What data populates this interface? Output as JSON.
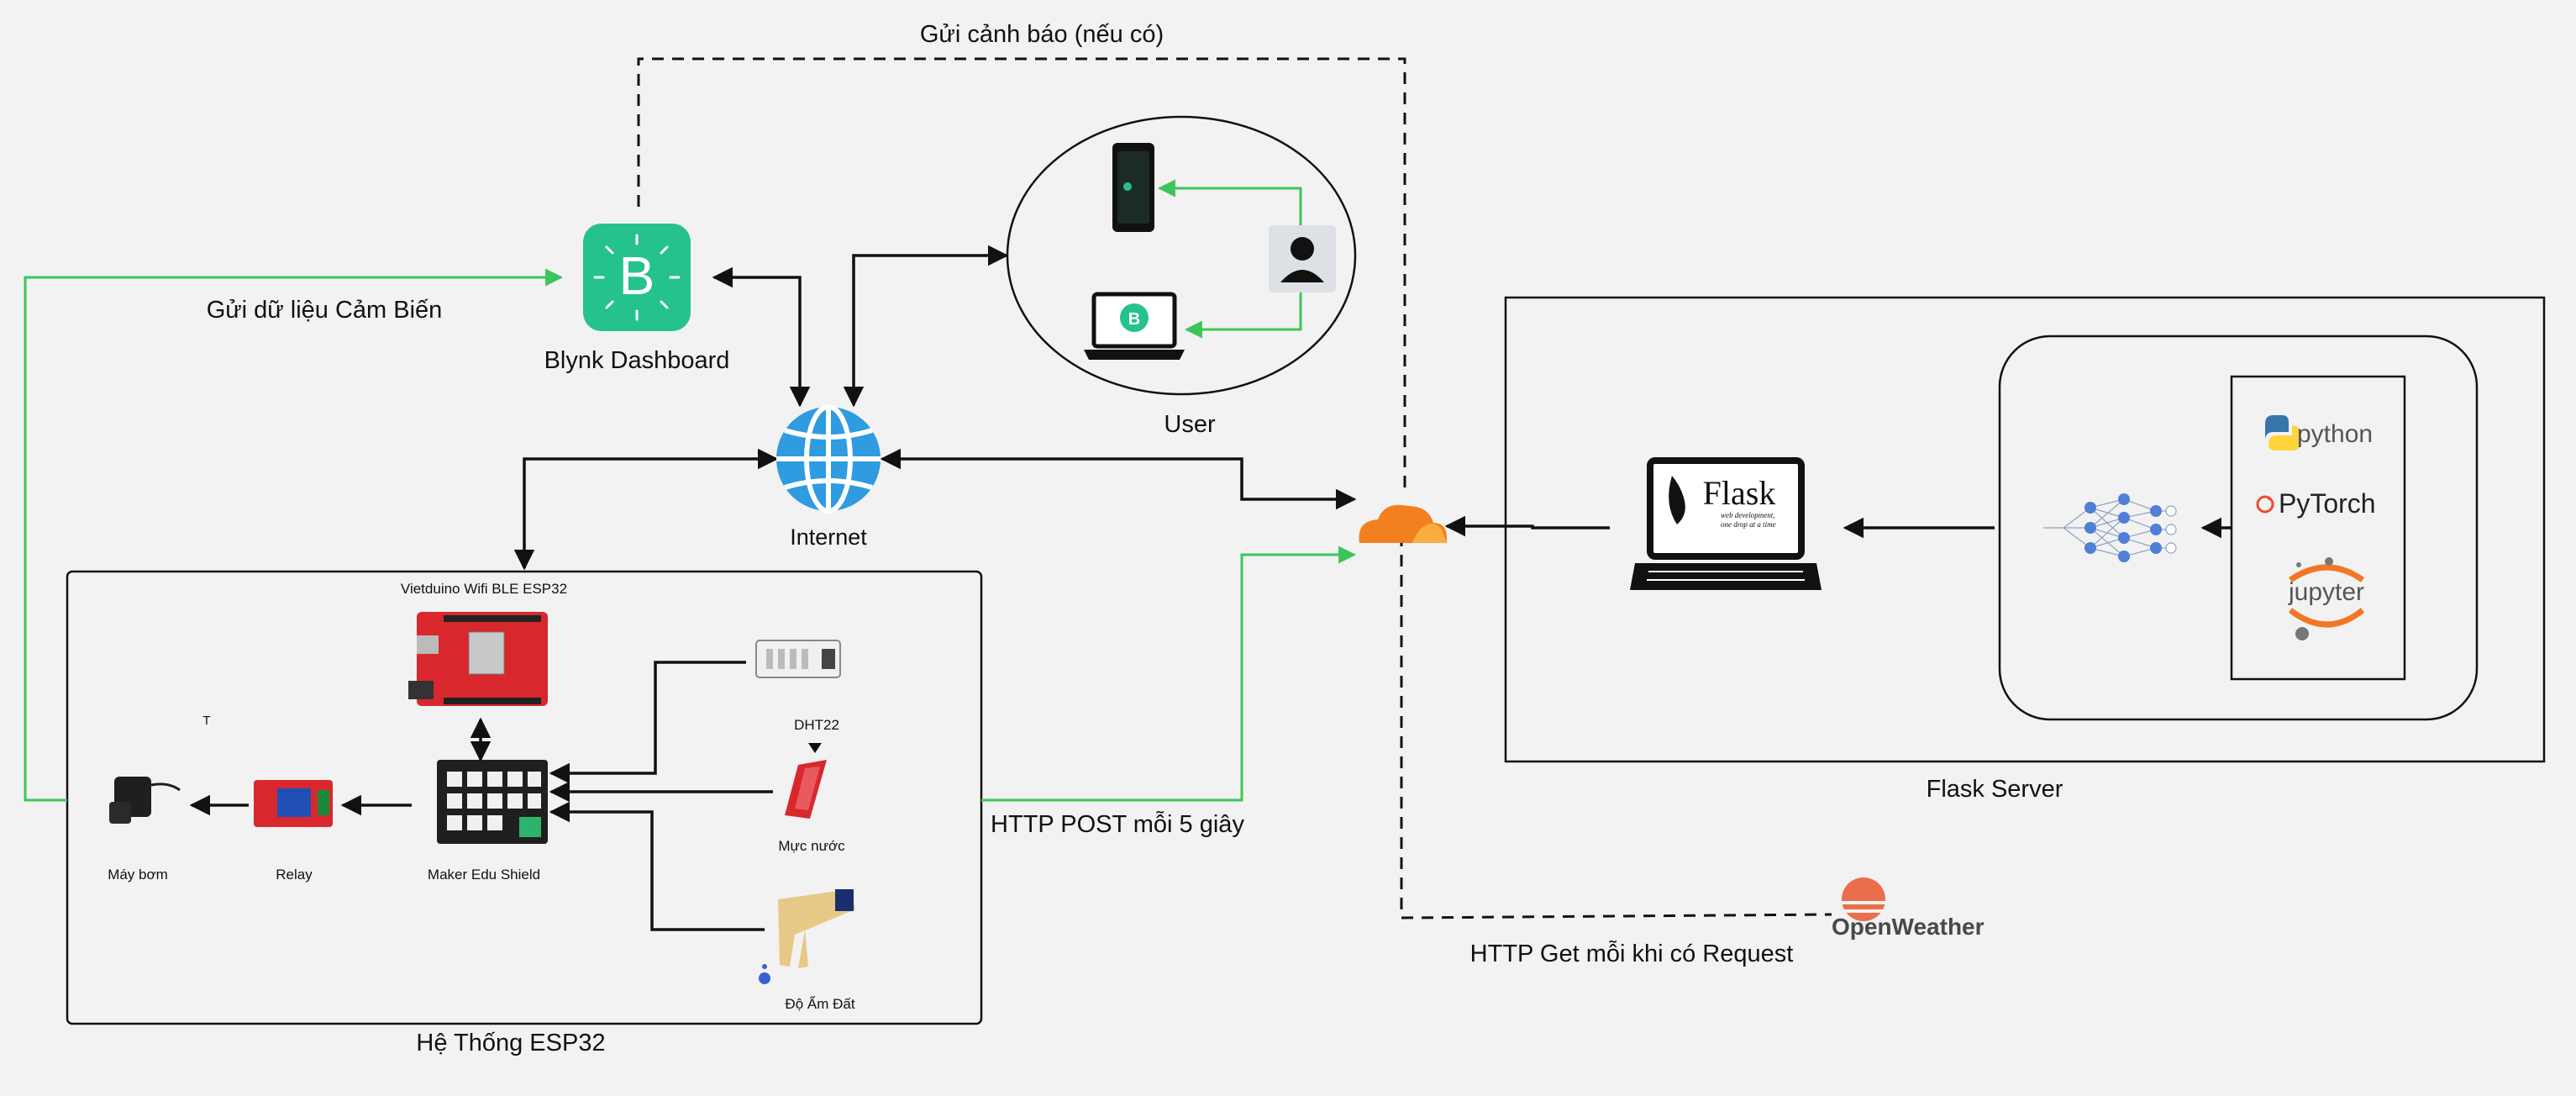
{
  "labels": {
    "alert": "Gửi cảnh báo (nếu có)",
    "send_sensor": "Gửi dữ liệu Cảm Biến",
    "blynk": "Blynk Dashboard",
    "user": "User",
    "internet": "Internet",
    "esp32_system": "Hệ Thống ESP32",
    "vietduino": "Vietduino Wifi BLE ESP32",
    "dht22": "DHT22",
    "water_level": "Mực nước",
    "soil": "Độ Ẩm Đất",
    "maker_shield": "Maker Edu Shield",
    "relay": "Relay",
    "pump": "Máy bơm",
    "http_post": "HTTP POST mỗi 5 giây",
    "http_get": "HTTP Get mỗi khi có Request",
    "flask_server": "Flask Server",
    "openweather": "OpenWeather",
    "flask_logo": "Flask",
    "flask_tagline_1": "web development,",
    "flask_tagline_2": "one drop at a time",
    "python": "python",
    "pytorch": "PyTorch",
    "jupyter": "jupyter",
    "blynk_letter": "B",
    "stray_mark": "T"
  },
  "colors": {
    "green_arrow": "#3cc55a",
    "black_arrow": "#111111",
    "blynk_green": "#25c28e",
    "globe_blue": "#2f9be0",
    "cloudflare_orange": "#f38020",
    "openweather_orange": "#eb6e4b",
    "board_red": "#d9272e"
  }
}
